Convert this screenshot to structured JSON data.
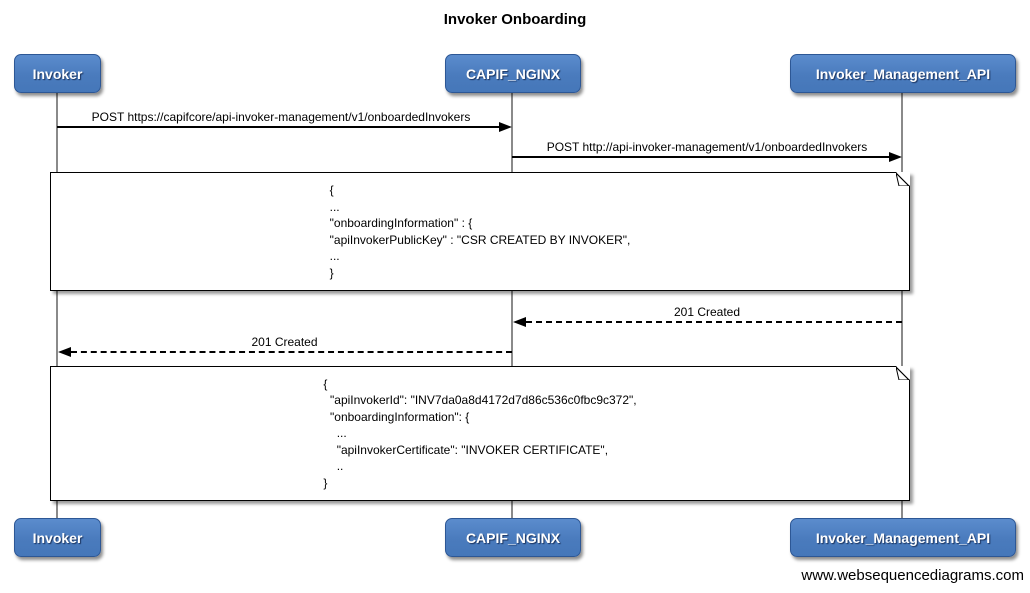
{
  "title": "Invoker Onboarding",
  "watermark": "www.websequencediagrams.com",
  "colors": {
    "actor_fill": "#4a7bbd",
    "actor_border": "#2d5795",
    "actor_text": "#ffffff",
    "lifeline": "#8a8a8a",
    "arrow": "#000000",
    "note_bg": "#ffffff",
    "note_border": "#000000"
  },
  "actors": [
    {
      "id": "invoker",
      "label": "Invoker"
    },
    {
      "id": "capif-nginx",
      "label": "CAPIF_NGINX"
    },
    {
      "id": "invoker-management-api",
      "label": "Invoker_Management_API"
    }
  ],
  "messages": [
    {
      "label": "POST https://capifcore/api-invoker-management/v1/onboardedInvokers",
      "from": "Invoker",
      "to": "CAPIF_NGINX",
      "style": "solid"
    },
    {
      "label": "POST http://api-invoker-management/v1/onboardedInvokers",
      "from": "CAPIF_NGINX",
      "to": "Invoker_Management_API",
      "style": "solid"
    },
    {
      "label": "201 Created",
      "from": "Invoker_Management_API",
      "to": "CAPIF_NGINX",
      "style": "dashed"
    },
    {
      "label": "201 Created",
      "from": "CAPIF_NGINX",
      "to": "Invoker",
      "style": "dashed"
    }
  ],
  "notes": [
    {
      "text": "{\n...\n\"onboardingInformation\" : {\n\"apiInvokerPublicKey\" : \"CSR CREATED BY INVOKER\",\n...\n}"
    },
    {
      "text": "{\n  \"apiInvokerId\": \"INV7da0a8d4172d7d86c536c0fbc9c372\",\n  \"onboardingInformation\": {\n    ...\n    \"apiInvokerCertificate\": \"INVOKER CERTIFICATE\",\n    ..\n}"
    }
  ]
}
